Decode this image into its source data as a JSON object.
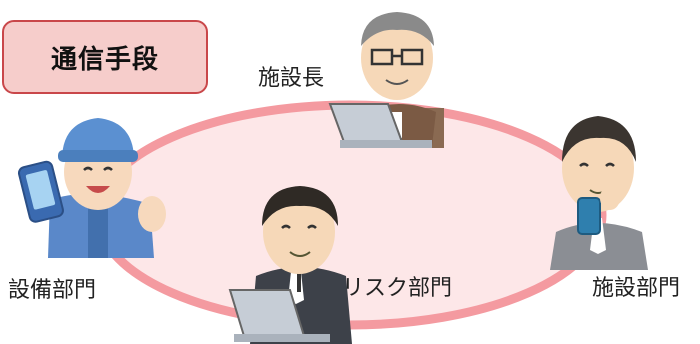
{
  "title": "通信手段",
  "people": {
    "director": {
      "label": "施設長",
      "icon": "senior-man-laptop"
    },
    "equipment": {
      "label": "設備部門",
      "icon": "worker-smartphone"
    },
    "risk": {
      "label": "リスク部門",
      "icon": "office-man-laptop"
    },
    "facility": {
      "label": "施設部門",
      "icon": "man-smartphone"
    }
  },
  "colors": {
    "ring": "#f49aa0",
    "ring_fill": "#fde7e8",
    "title_bg": "#f6cdcb",
    "title_border": "#c9474a"
  }
}
